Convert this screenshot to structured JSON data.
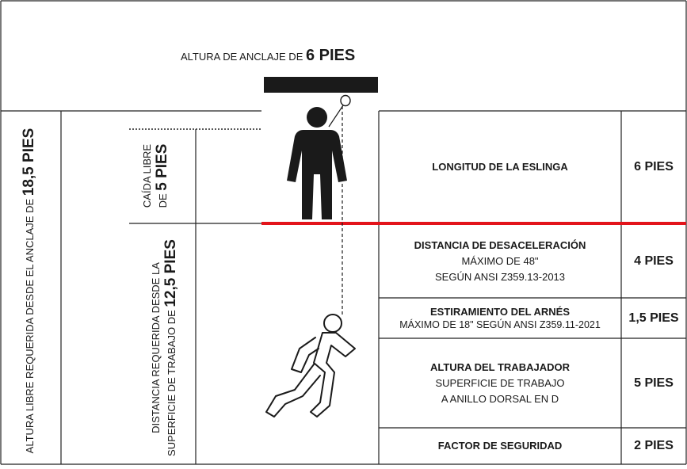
{
  "anchor_title": {
    "prefix": "ALTURA DE ANCLAJE DE ",
    "value": "6 PIES"
  },
  "left_total": {
    "prefix": "ALTURA LIBRE REQUERIDA DESDE EL ANCLAJE DE ",
    "value": "18,5 PIES"
  },
  "free_fall": {
    "line1": "CAÍDA LIBRE",
    "line2_prefix": "DE ",
    "line2_value": "5 PIES"
  },
  "required": {
    "line1": "DISTANCIA REQUERIDA DESDE LA",
    "line2_prefix": "SUPERFICIE DE TRABAJO DE ",
    "line2_value": "12,5 PIES"
  },
  "rows": [
    {
      "title": "LONGITUD DE LA ESLINGA",
      "lines": [],
      "value": "6 PIES"
    },
    {
      "title": "DISTANCIA DE DESACELERACIÓN",
      "lines": [
        "MÁXIMO DE 48\"",
        "SEGÚN ANSI Z359.13-2013"
      ],
      "value": "4 PIES"
    },
    {
      "title": "ESTIRAMIENTO DEL ARNÉS",
      "lines": [
        "MÁXIMO DE 18\" SEGÚN ANSI Z359.11-2021"
      ],
      "value": "1,5 PIES"
    },
    {
      "title": "ALTURA DEL TRABAJADOR",
      "lines": [
        "SUPERFICIE DE TRABAJO",
        "A ANILLO DORSAL EN D"
      ],
      "value": "5 PIES"
    },
    {
      "title": "FACTOR DE SEGURIDAD",
      "lines": [],
      "value": "2 PIES"
    }
  ],
  "colors": {
    "ink": "#1a1a1a",
    "work_surface": "#e3141b"
  }
}
